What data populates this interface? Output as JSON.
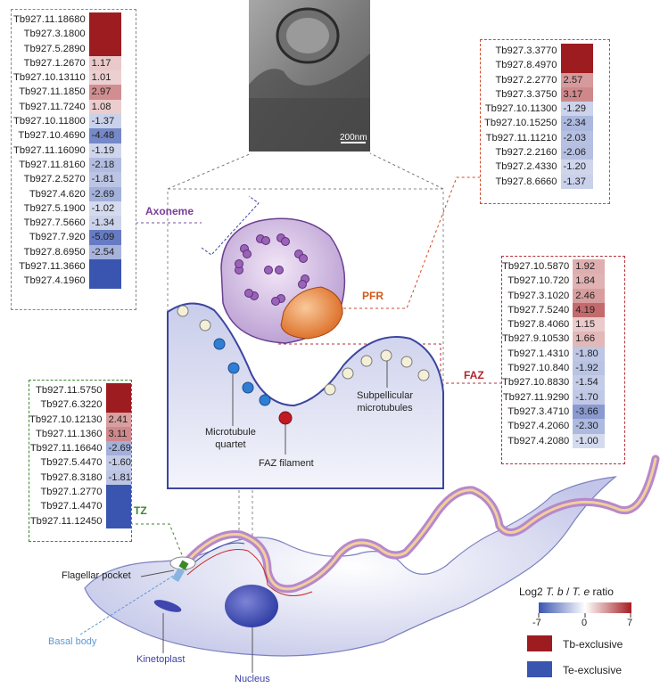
{
  "colorbar": {
    "min": -7,
    "max": 7,
    "neg": "#3a55b0",
    "mid": "#ffffff",
    "pos": "#a41e22"
  },
  "micrograph": {
    "scale_label": "200nm"
  },
  "labels": {
    "axoneme": "Axoneme",
    "pfr": "PFR",
    "faz": "FAZ",
    "tz": "TZ",
    "subpellicular": "Subpellicular\nmicrotubules",
    "mt_quartet": "Microtubule\nquartet",
    "faz_filament": "FAZ filament",
    "flagellar_pocket": "Flagellar pocket",
    "basal_body": "Basal body",
    "kinetoplast": "Kinetoplast",
    "nucleus": "Nucleus"
  },
  "legend": {
    "title_prefix": "Log2 ",
    "title_tb": "T. b",
    "title_sep": " / ",
    "title_te": "T. e",
    "title_suffix": " ratio",
    "ticks": [
      "-7",
      "0",
      "7"
    ],
    "tb_exclusive": "Tb-exclusive",
    "te_exclusive": "Te-exclusive",
    "tb_color": "#9d1c20",
    "te_color": "#3a55b0"
  },
  "tables": {
    "axoneme": {
      "rows": [
        {
          "id": "Tb927.11.18680",
          "value": "",
          "excl": "tb"
        },
        {
          "id": "Tb927.3.1800",
          "value": "",
          "excl": "tb"
        },
        {
          "id": "Tb927.5.2890",
          "value": "",
          "excl": "tb"
        },
        {
          "id": "Tb927.1.2670",
          "value": "1.17"
        },
        {
          "id": "Tb927.10.13110",
          "value": "1.01"
        },
        {
          "id": "Tb927.11.1850",
          "value": "2.97"
        },
        {
          "id": "Tb927.11.7240",
          "value": "1.08"
        },
        {
          "id": "Tb927.10.11800",
          "value": "-1.37"
        },
        {
          "id": "Tb927.10.4690",
          "value": "-4.48"
        },
        {
          "id": "Tb927.11.16090",
          "value": "-1.19"
        },
        {
          "id": "Tb927.11.8160",
          "value": "-2.18"
        },
        {
          "id": "Tb927.2.5270",
          "value": "-1.81"
        },
        {
          "id": "Tb927.4.620",
          "value": "-2.69"
        },
        {
          "id": "Tb927.5.1900",
          "value": "-1.02"
        },
        {
          "id": "Tb927.7.5660",
          "value": "-1.34"
        },
        {
          "id": "Tb927.7.920",
          "value": "-5.09"
        },
        {
          "id": "Tb927.8.6950",
          "value": "-2.54"
        },
        {
          "id": "Tb927.11.3660",
          "value": "",
          "excl": "te"
        },
        {
          "id": "Tb927.4.1960",
          "value": "",
          "excl": "te"
        }
      ]
    },
    "pfr": {
      "rows": [
        {
          "id": "Tb927.3.3770",
          "value": "",
          "excl": "tb"
        },
        {
          "id": "Tb927.8.4970",
          "value": "",
          "excl": "tb"
        },
        {
          "id": "Tb927.2.2770",
          "value": "2.57"
        },
        {
          "id": "Tb927.3.3750",
          "value": "3.17"
        },
        {
          "id": "Tb927.10.11300",
          "value": "-1.29"
        },
        {
          "id": "Tb927.10.15250",
          "value": "-2.34"
        },
        {
          "id": "Tb927.11.11210",
          "value": "-2.03"
        },
        {
          "id": "Tb927.2.2160",
          "value": "-2.06"
        },
        {
          "id": "Tb927.2.4330",
          "value": "-1.20"
        },
        {
          "id": "Tb927.8.6660",
          "value": "-1.37"
        }
      ]
    },
    "faz": {
      "rows": [
        {
          "id": "Tb927.10.5870",
          "value": "1.92"
        },
        {
          "id": "Tb927.10.720",
          "value": "1.84"
        },
        {
          "id": "Tb927.3.1020",
          "value": "2.46"
        },
        {
          "id": "Tb927.7.5240",
          "value": "4.19"
        },
        {
          "id": "Tb927.8.4060",
          "value": "1.15"
        },
        {
          "id": "Tb927.9.10530",
          "value": "1.66"
        },
        {
          "id": "Tb927.1.4310",
          "value": "-1.80"
        },
        {
          "id": "Tb927.10.840",
          "value": "-1.92"
        },
        {
          "id": "Tb927.10.8830",
          "value": "-1.54"
        },
        {
          "id": "Tb927.11.9290",
          "value": "-1.70"
        },
        {
          "id": "Tb927.3.4710",
          "value": "-3.66"
        },
        {
          "id": "Tb927.4.2060",
          "value": "-2.30"
        },
        {
          "id": "Tb927.4.2080",
          "value": "-1.00"
        }
      ]
    },
    "tz": {
      "rows": [
        {
          "id": "Tb927.11.5750",
          "value": "",
          "excl": "tb"
        },
        {
          "id": "Tb927.6.3220",
          "value": "",
          "excl": "tb"
        },
        {
          "id": "Tb927.10.12130",
          "value": "2.41"
        },
        {
          "id": "Tb927.11.1360",
          "value": "3.11"
        },
        {
          "id": "Tb927.11.16640",
          "value": "-2.69"
        },
        {
          "id": "Tb927.5.4470",
          "value": "-1.60"
        },
        {
          "id": "Tb927.8.3180",
          "value": "-1.81"
        },
        {
          "id": "Tb927.1.2770",
          "value": "",
          "excl": "te"
        },
        {
          "id": "Tb927.1.4470",
          "value": "",
          "excl": "te"
        },
        {
          "id": "Tb927.11.12450",
          "value": "",
          "excl": "te"
        }
      ]
    }
  }
}
